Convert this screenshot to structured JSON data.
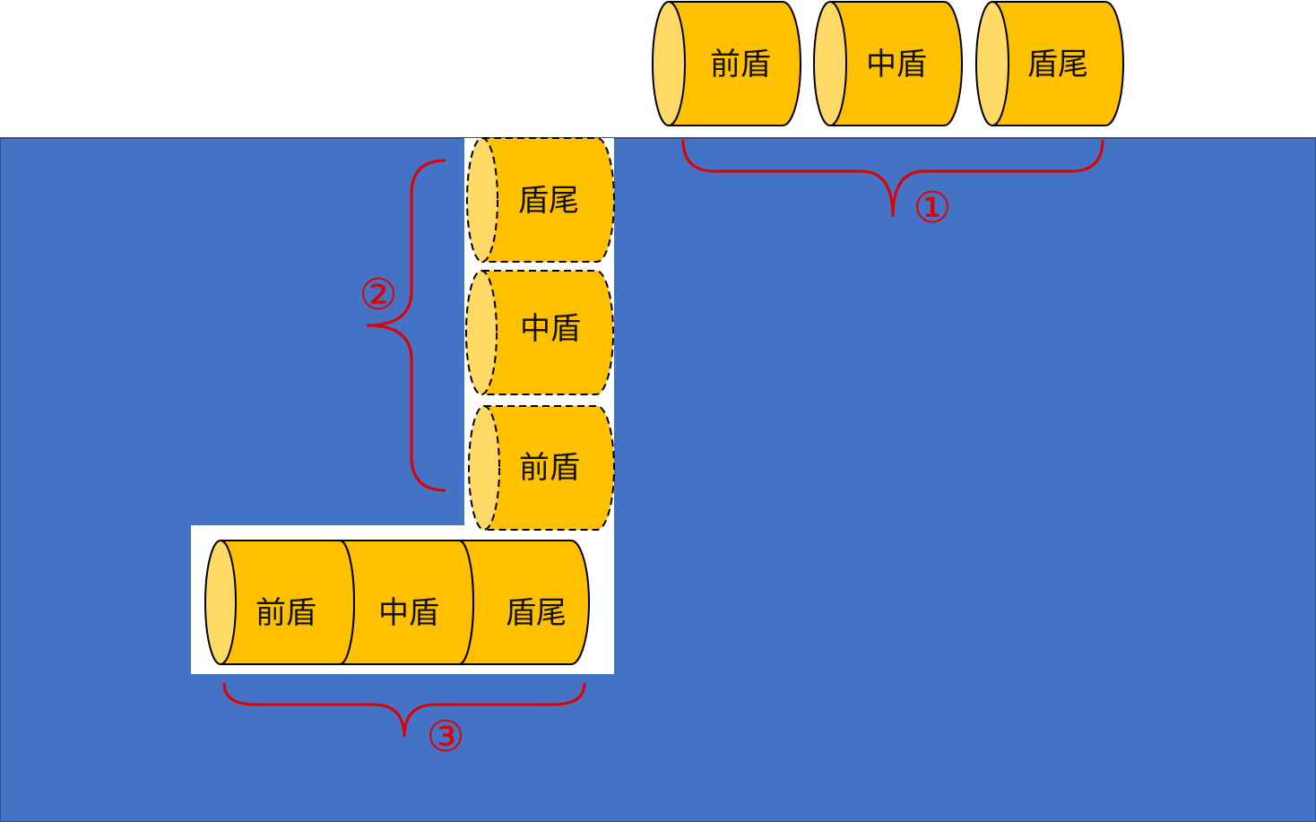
{
  "colors": {
    "ground": "#4472c4",
    "segment": "#ffc000",
    "segment_cap": "#ffd966",
    "brace": "#e00000"
  },
  "stage1": {
    "marker": "①",
    "segments": [
      "前盾",
      "中盾",
      "盾尾"
    ]
  },
  "stage2": {
    "marker": "②",
    "segments": [
      "盾尾",
      "中盾",
      "前盾"
    ]
  },
  "stage3": {
    "marker": "③",
    "segments": [
      "前盾",
      "中盾",
      "盾尾"
    ]
  }
}
